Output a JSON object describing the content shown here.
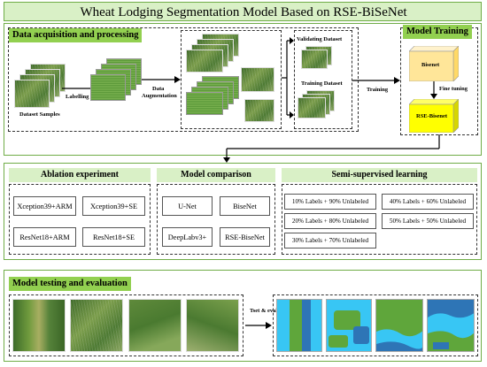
{
  "title": "Wheat Lodging Segmentation Model Based on RSE-BiSeNet",
  "acquisition": {
    "heading": "Data acquisition and processing",
    "dataset_samples": "Dataset Samples",
    "labelling": "Labelling",
    "augmentation_line1": "Data",
    "augmentation_line2": "Augmentation",
    "validating": "Validating Dataset",
    "training_dataset": "Training Dataset",
    "training_arrow": "Training"
  },
  "model_training": {
    "heading": "Model Training",
    "bisenet": "Bisenet",
    "fine_tuning": "Fine tuning",
    "rse_bisenet": "RSE-Bisenet"
  },
  "ablation": {
    "heading": "Ablation experiment",
    "items": [
      "Xception39+ARM",
      "Xception39+SE",
      "ResNet18+ARM",
      "ResNet18+SE"
    ]
  },
  "comparison": {
    "heading": "Model comparison",
    "items": [
      "U-Net",
      "BiseNet",
      "DeepLabv3+",
      "RSE-BiseNet"
    ]
  },
  "semi": {
    "heading": "Semi-supervised learning",
    "items": [
      "10% Labels  + 90% Unlabeled",
      "40% Labels  + 60% Unlabeled",
      "20% Labels  + 80% Unlabeled",
      "50% Labels  + 50% Unlabeled",
      "30% Labels  + 70% Unlabeled"
    ]
  },
  "testing": {
    "heading": "Model testing and evaluation",
    "arrow_label": "Tset & evaluation"
  },
  "colors": {
    "panel_border": "#70ad47",
    "tag_green": "#92d050",
    "light_green": "#d9f0c6",
    "bisenet_yellow": "#ffe699",
    "rse_yellow": "#ffff00",
    "seg_blue": "#2e75b6",
    "seg_cyan": "#38c6f4",
    "seg_green": "#5fa63b"
  }
}
